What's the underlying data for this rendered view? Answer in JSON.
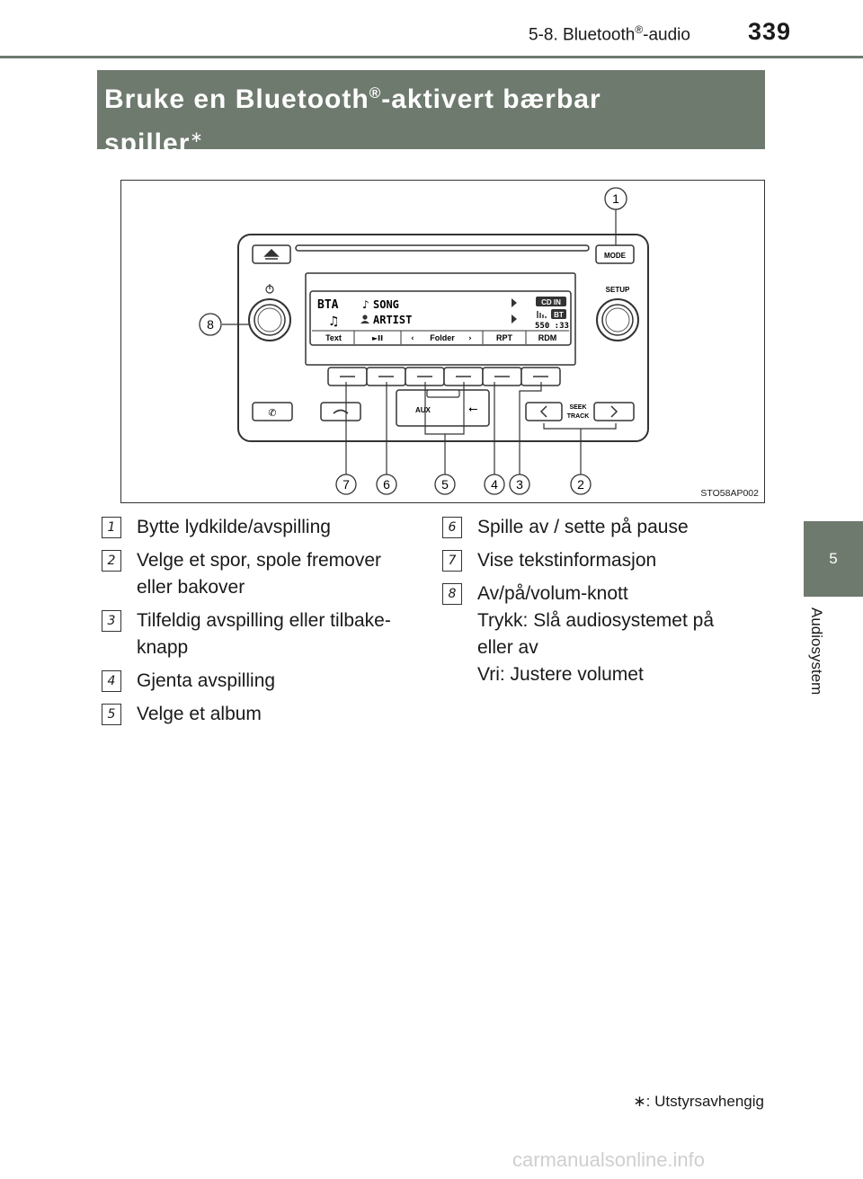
{
  "header": {
    "section_pre": "5-8. Bluetooth",
    "section_reg": "®",
    "section_post": "-audio",
    "page_number": "339"
  },
  "title": {
    "part1": "Bruke en Bluetooth",
    "reg": "®",
    "part2": "-aktivert bærbar",
    "part3": "spiller",
    "asterisk": "∗"
  },
  "figure": {
    "code": "STO58AP002",
    "display": {
      "bta": "BTA",
      "song": "SONG",
      "artist": "ARTIST",
      "cd_in": "CD IN",
      "bt": "BT",
      "time": "550 :33",
      "soft_buttons": [
        "Text",
        "►II",
        "Folder",
        "RPT",
        "RDM"
      ]
    },
    "labels": {
      "mode": "MODE",
      "setup": "SETUP",
      "aux": "AUX",
      "seek_track": [
        "SEEK",
        "TRACK"
      ]
    },
    "callouts": [
      "1",
      "2",
      "3",
      "4",
      "5",
      "6",
      "7",
      "8"
    ]
  },
  "items_left": [
    {
      "num": "1",
      "lines": [
        "Bytte lydkilde/avspilling"
      ]
    },
    {
      "num": "2",
      "lines": [
        "Velge et spor, spole fremover",
        "eller bakover"
      ]
    },
    {
      "num": "3",
      "lines": [
        "Tilfeldig avspilling eller tilbake-",
        "knapp"
      ]
    },
    {
      "num": "4",
      "lines": [
        "Gjenta avspilling"
      ]
    },
    {
      "num": "5",
      "lines": [
        "Velge et album"
      ]
    }
  ],
  "items_right": [
    {
      "num": "6",
      "lines": [
        "Spille av / sette på pause"
      ]
    },
    {
      "num": "7",
      "lines": [
        "Vise tekstinformasjon"
      ]
    },
    {
      "num": "8",
      "lines": [
        "Av/på/volum-knott",
        "Trykk: Slå audiosystemet på",
        "eller av",
        "Vri: Justere volumet"
      ]
    }
  ],
  "footnote": "∗: Utstyrsavhengig",
  "side_tab": {
    "number": "5",
    "label": "Audiosystem"
  },
  "watermark": "carmanualsonline.info"
}
